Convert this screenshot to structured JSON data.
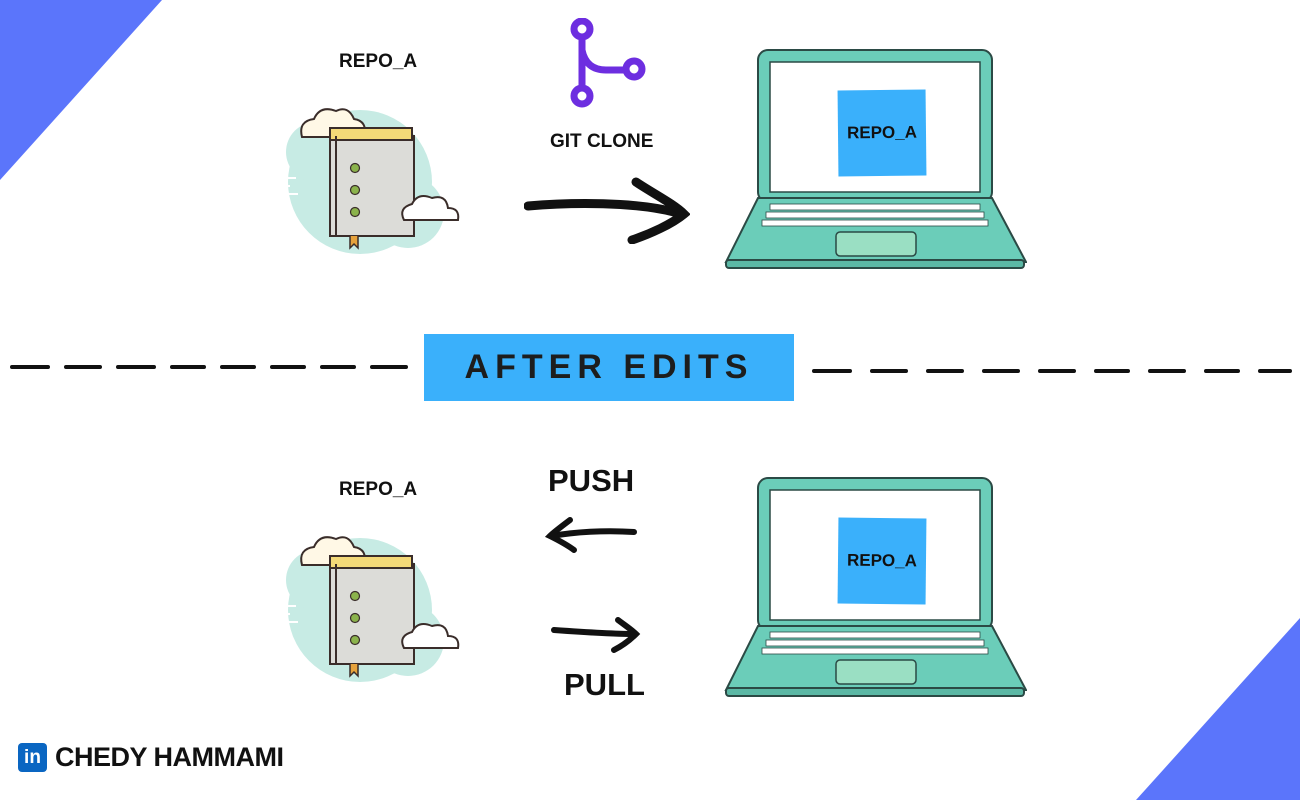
{
  "colors": {
    "corner": "#5b75fb",
    "banner": "#3ab0fb",
    "laptop": "#6bcdb9",
    "repo_cloud": "#c7ebe4",
    "git_icon": "#6d2ee0",
    "screen_badge": "#3ab0fb"
  },
  "top": {
    "remote_label": "REPO_A",
    "action_label": "GIT CLONE",
    "laptop_screen_label": "REPO_A",
    "git_icon": "git-branch-icon"
  },
  "divider": {
    "banner_text": "AFTER EDITS"
  },
  "bottom": {
    "remote_label": "REPO_A",
    "push_label": "PUSH",
    "pull_label": "PULL",
    "laptop_screen_label": "REPO_A"
  },
  "footer": {
    "network_icon": "linkedin-icon",
    "network_glyph": "in",
    "author": "CHEDY HAMMAMI"
  }
}
